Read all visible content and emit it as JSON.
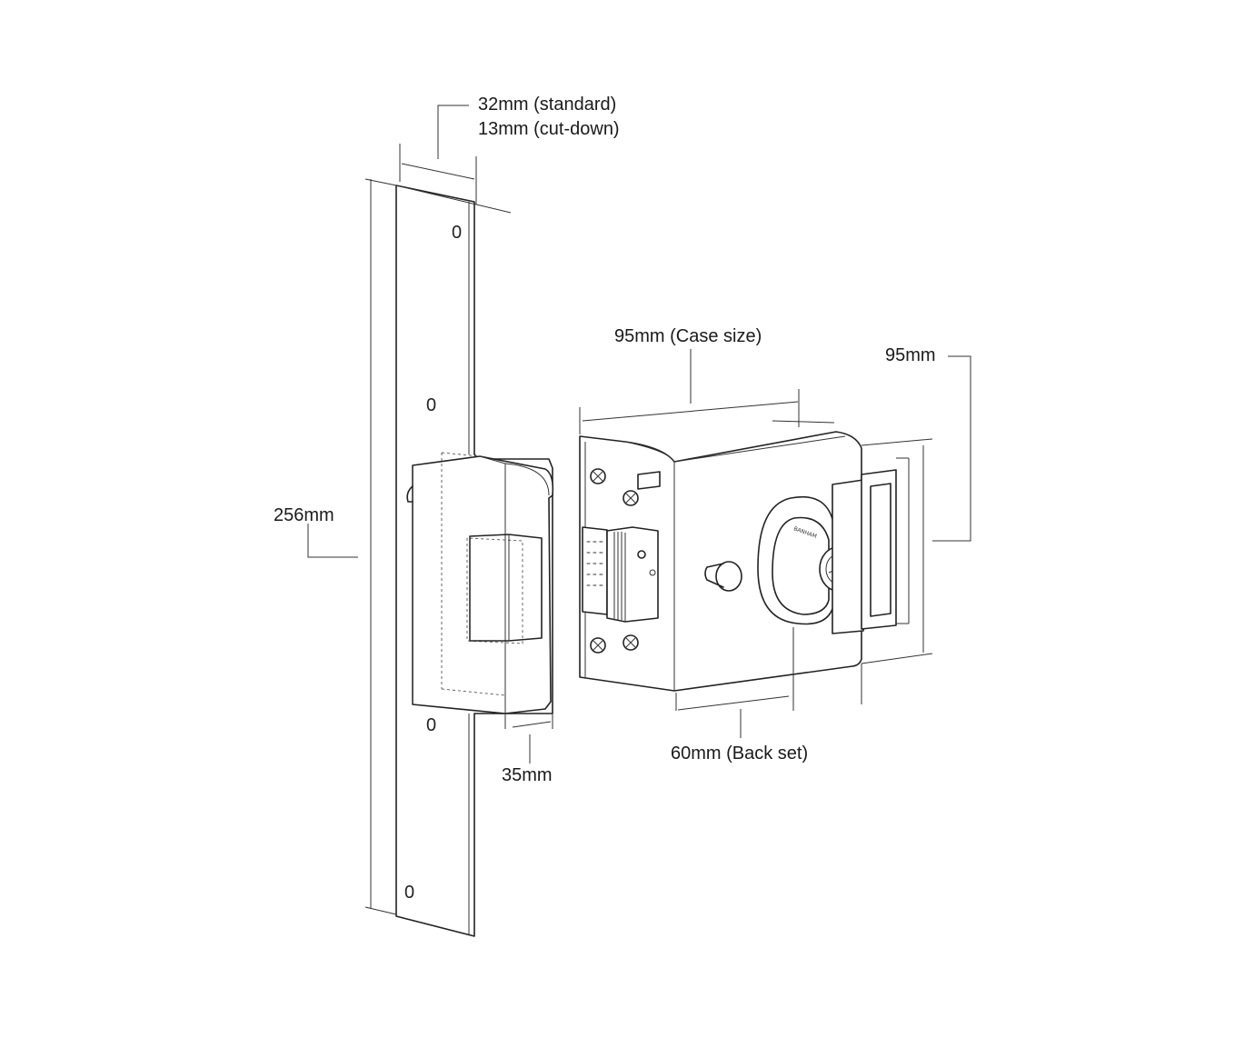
{
  "labels": {
    "strip_width_standard": "32mm (standard)",
    "strip_width_cutdown": "13mm (cut-down)",
    "strip_height": "256mm",
    "keep_depth": "35mm",
    "case_size": "95mm (Case size)",
    "case_height": "95mm",
    "back_set": "60mm (Back set)"
  },
  "cylinder_brand": "BANHAM",
  "colors": {
    "ink": "#222222",
    "background": "#ffffff",
    "text": "#1a1a1a"
  }
}
